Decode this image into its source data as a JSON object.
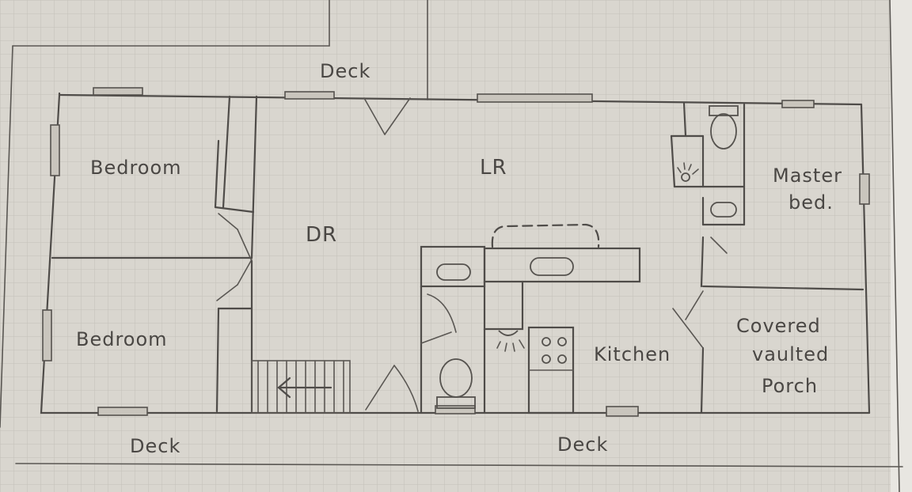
{
  "palette": {
    "paper": "#d9d6cf",
    "grid": "#c2beb6",
    "pencil": "#4f4c49"
  },
  "labels": {
    "deck_top": "Deck",
    "bedroom_top": "Bedroom",
    "bedroom_bottom": "Bedroom",
    "living_room": "LR",
    "dining_room": "DR",
    "master_line1": "Master",
    "master_line2": "bed.",
    "kitchen": "Kitchen",
    "porch_line1": "Covered",
    "porch_line2": "vaulted",
    "porch_line3": "Porch",
    "deck_bottom_left": "Deck",
    "deck_bottom_right": "Deck"
  },
  "icons": {
    "stairs_arrow": "left-arrow-icon",
    "toilet": "toilet-icon",
    "light": "light-fixture-icon",
    "stove": "stove-icon",
    "sink": "sink-icon"
  }
}
